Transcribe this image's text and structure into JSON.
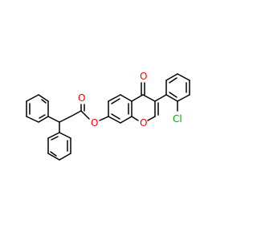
{
  "diagram": {
    "type": "chemical-structure",
    "colors": {
      "background": "#ffffff",
      "bond": "#000000",
      "oxygen": "#ff0000",
      "chlorine": "#00aa00"
    },
    "atom_labels": {
      "ketone_o": "O",
      "ring_o": "O",
      "ester_o_carbonyl": "O",
      "ester_o_link": "O",
      "chlorine": "Cl"
    }
  }
}
